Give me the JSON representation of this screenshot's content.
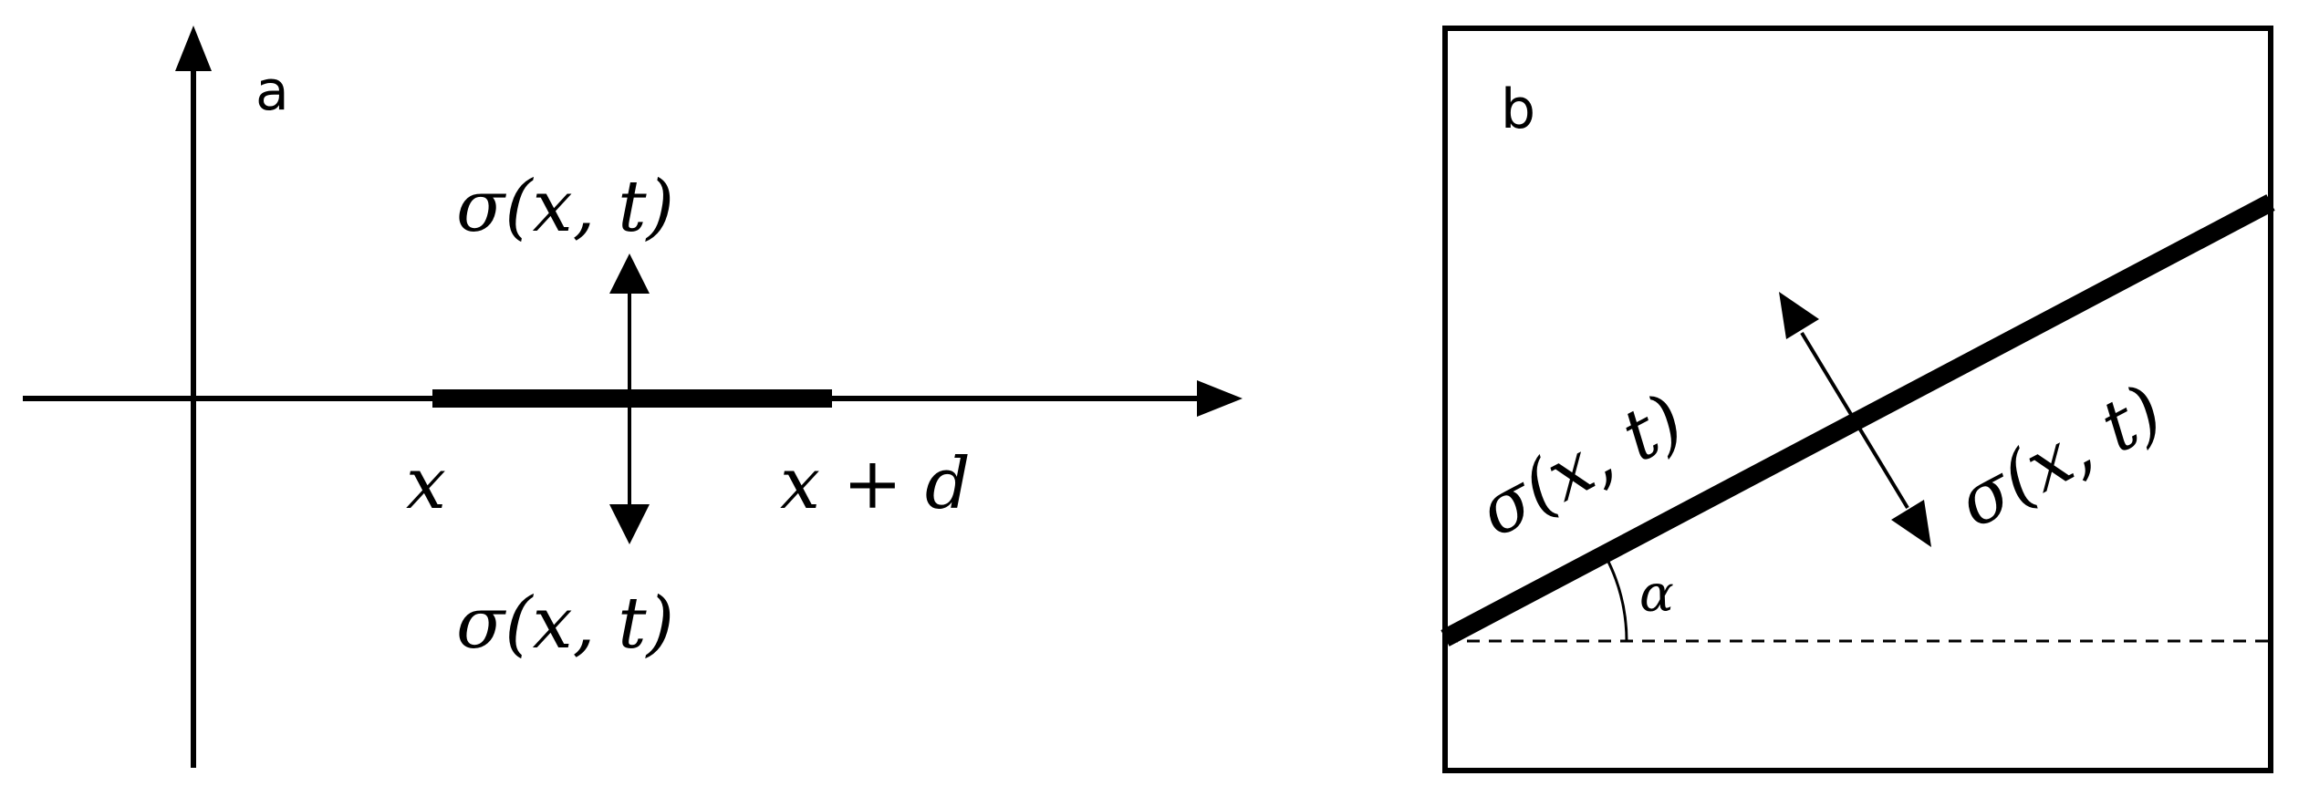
{
  "panel_a": {
    "label": "a",
    "stress_top": "σ(x, t)",
    "stress_bottom": "σ(x, t)",
    "left_end": "x",
    "right_end": "x + d"
  },
  "panel_b": {
    "label": "b",
    "stress_upper_left": "σ(x, t)",
    "stress_lower_right": "σ(x, t)",
    "angle": "α"
  }
}
